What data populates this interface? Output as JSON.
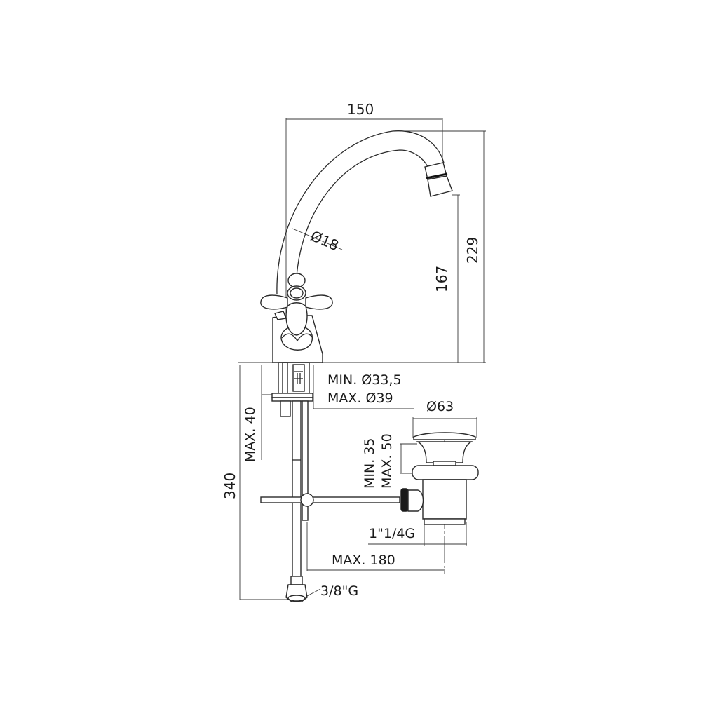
{
  "drawing": {
    "subject": "Basin mixer tap with swivel spout and pop-up waste",
    "stroke_color": "#2a2a2a",
    "background": "#ffffff",
    "dimensions": {
      "spout_reach": "150",
      "spout_diameter": "Ø18",
      "outlet_height": "167",
      "total_height": "229",
      "hole_min": "MIN. Ø33,5",
      "hole_max": "MAX. Ø39",
      "deck_thickness": "MAX. 40",
      "hose_length": "340",
      "waste_diameter": "Ø63",
      "waste_thickness_min": "MIN. 35",
      "waste_thickness_max": "MAX. 50",
      "waste_thread": "1\"1/4G",
      "rod_reach": "MAX. 180",
      "hose_thread": "3/8\"G"
    }
  }
}
